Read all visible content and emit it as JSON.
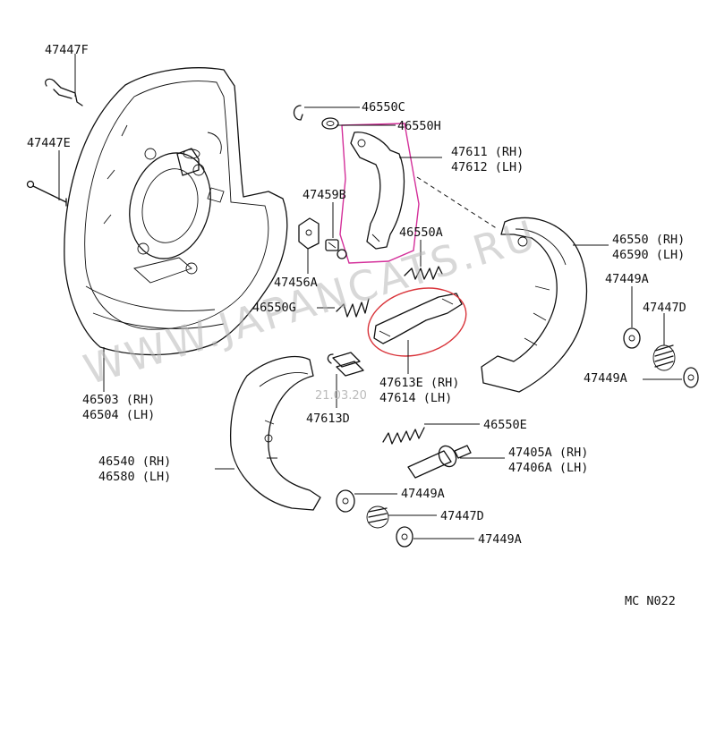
{
  "diagram": {
    "code": "MC N022",
    "watermark": "WWW.JAPANCATS.RU",
    "watermark_date": "21.03.20",
    "highlight_color": "#d4309a",
    "circle_color": "#d9343a"
  },
  "labels": {
    "p47447F": "47447F",
    "p47447E": "47447E",
    "p46550C": "46550C",
    "p46550H": "46550H",
    "p47611": "47611 (RH)",
    "p47612": "47612 (LH)",
    "p47459B": "47459B",
    "p46550A": "46550A",
    "p46550": "46550 (RH)",
    "p46590": "46590 (LH)",
    "p47456A": "47456A",
    "p47449A_1": "47449A",
    "p46550G": "46550G",
    "p47447D_1": "47447D",
    "p47613E": "47613E (RH)",
    "p47614": "47614 (LH)",
    "p47449A_2": "47449A",
    "p46503": "46503 (RH)",
    "p46504": "46504 (LH)",
    "p47613D": "47613D",
    "p46550E": "46550E",
    "p47405A": "47405A (RH)",
    "p47406A": "47406A (LH)",
    "p46540": "46540 (RH)",
    "p46580": "46580 (LH)",
    "p47449A_3": "47449A",
    "p47447D_2": "47447D",
    "p47449A_4": "47449A"
  }
}
